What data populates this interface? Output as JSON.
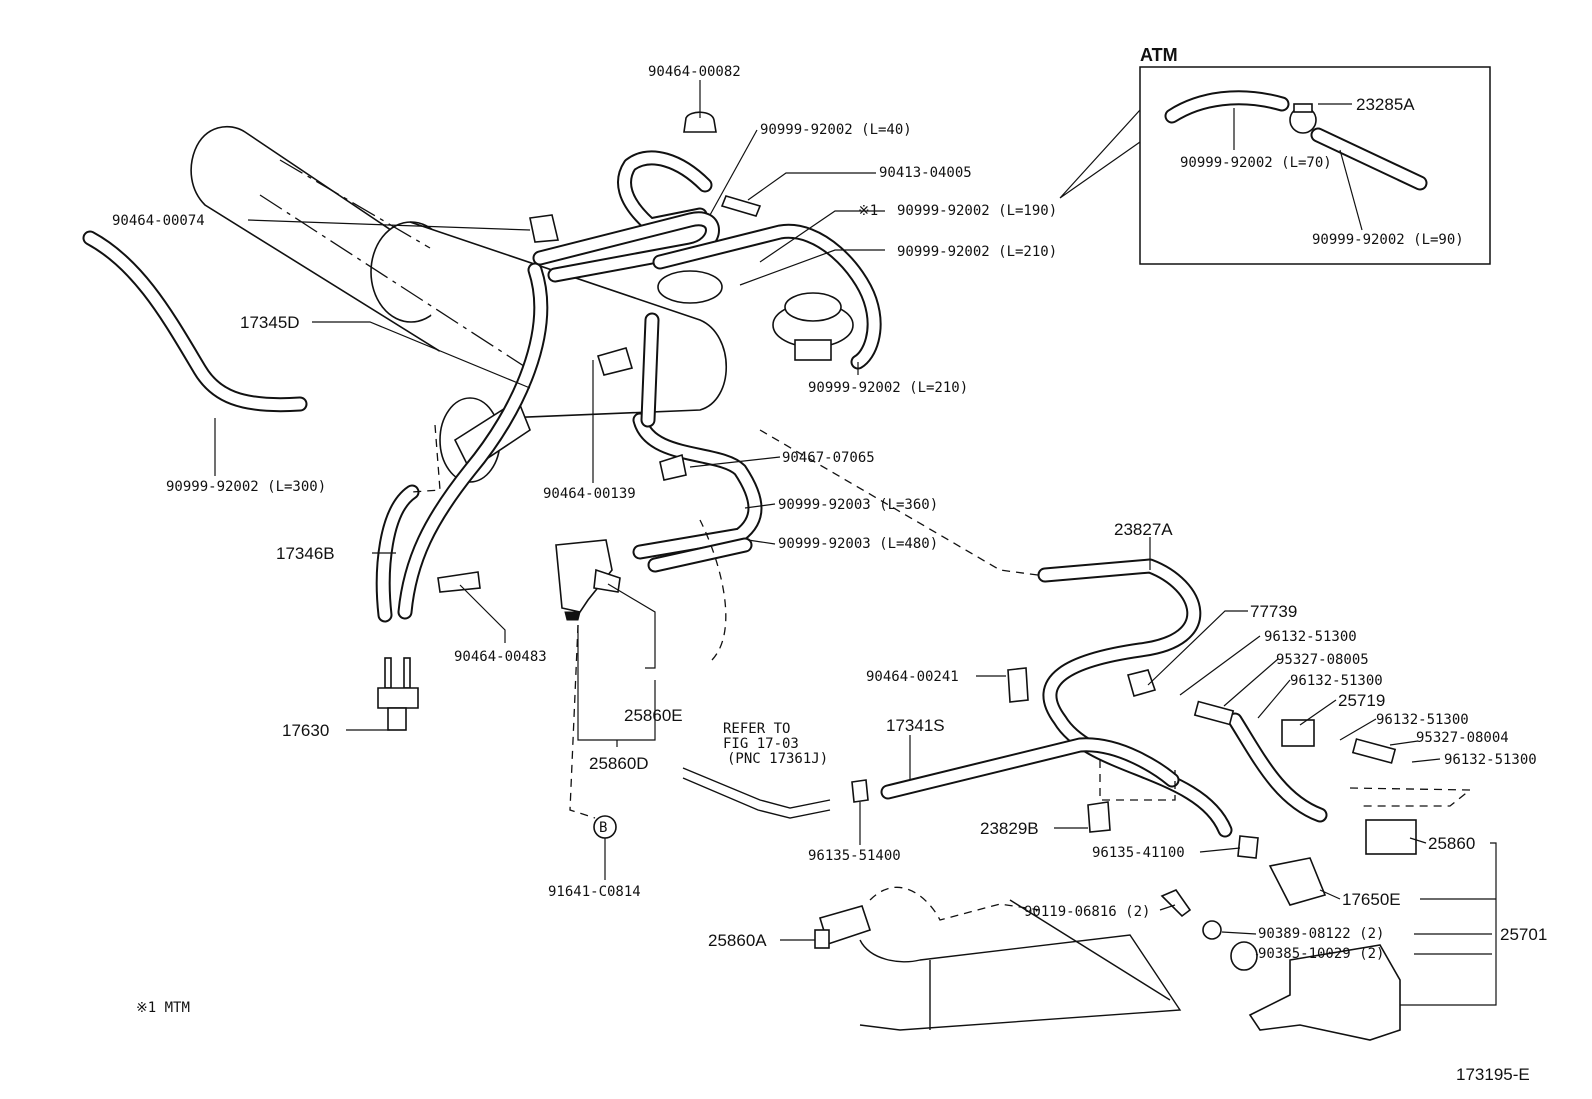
{
  "diagram": {
    "figure_code": "173195-E",
    "inset_title": "ATM",
    "note": "※1  MTM",
    "refer_note": [
      "REFER TO",
      "FIG 17-03",
      "(PNC 17361J)"
    ],
    "circle_b": "B",
    "labels": {
      "p_90464_00082": "90464-00082",
      "p_90999_92002_l40": "90999-92002 (L=40)",
      "p_90413_04005": "90413-04005",
      "p_90999_92002_l190": "90999-92002 (L=190)",
      "p_mark1": "※1",
      "p_90999_92002_l210a": "90999-92002 (L=210)",
      "p_90999_92002_l210b": "90999-92002 (L=210)",
      "p_90464_00074": "90464-00074",
      "p_17345d": "17345D",
      "p_90999_92002_l300": "90999-92002 (L=300)",
      "p_90467_07065": "90467-07065",
      "p_90464_00139": "90464-00139",
      "p_90999_92003_l360": "90999-92003 (L=360)",
      "p_90999_92003_l480": "90999-92003 (L=480)",
      "p_17346b": "17346B",
      "p_90464_00483": "90464-00483",
      "p_17630": "17630",
      "p_25860e": "25860E",
      "p_25860d": "25860D",
      "p_91641_c0814": "91641-C0814",
      "p_23285a": "23285A",
      "p_90999_92002_l70": "90999-92002 (L=70)",
      "p_90999_92002_l90": "90999-92002 (L=90)",
      "p_23827a": "23827A",
      "p_77739": "77739",
      "p_96132_51300a": "96132-51300",
      "p_95327_08005": "95327-08005",
      "p_96132_51300b": "96132-51300",
      "p_25719": "25719",
      "p_96132_51300c": "96132-51300",
      "p_95327_08004": "95327-08004",
      "p_96132_51300d": "96132-51300",
      "p_90464_00241": "90464-00241",
      "p_17341s": "17341S",
      "p_96135_51400": "96135-51400",
      "p_23829b": "23829B",
      "p_96135_41100": "96135-41100",
      "p_25860": "25860",
      "p_17650e": "17650E",
      "p_25701": "25701",
      "p_90119_06816": "90119-06816 (2)",
      "p_90389_08122": "90389-08122 (2)",
      "p_90385_10029": "90385-10029 (2)",
      "p_25860a": "25860A"
    }
  }
}
